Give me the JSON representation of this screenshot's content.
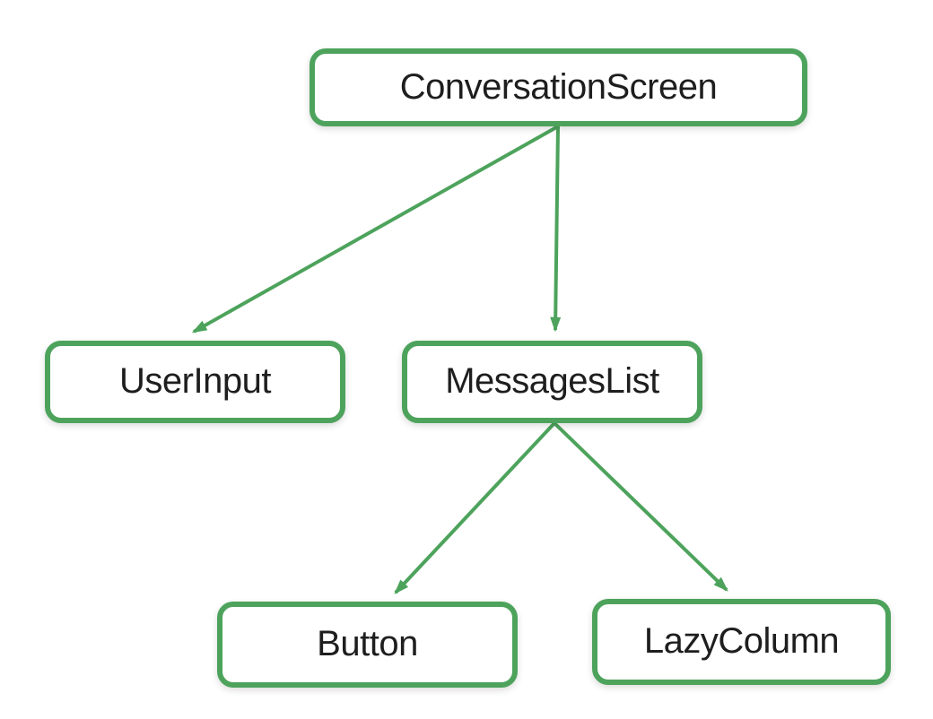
{
  "diagram": {
    "type": "tree",
    "nodes": [
      {
        "id": "conversation-screen",
        "label": "ConversationScreen"
      },
      {
        "id": "user-input",
        "label": "UserInput"
      },
      {
        "id": "messages-list",
        "label": "MessagesList"
      },
      {
        "id": "button",
        "label": "Button"
      },
      {
        "id": "lazy-column",
        "label": "LazyColumn"
      }
    ],
    "edges": [
      {
        "from": "ConversationScreen",
        "to": "UserInput"
      },
      {
        "from": "ConversationScreen",
        "to": "MessagesList"
      },
      {
        "from": "MessagesList",
        "to": "Button"
      },
      {
        "from": "MessagesList",
        "to": "LazyColumn"
      }
    ],
    "colors": {
      "node_border": "#4da35c",
      "node_fill": "#ffffff",
      "edge": "#4da35c",
      "text": "#1e1e1e",
      "background": "#ffffff"
    }
  }
}
